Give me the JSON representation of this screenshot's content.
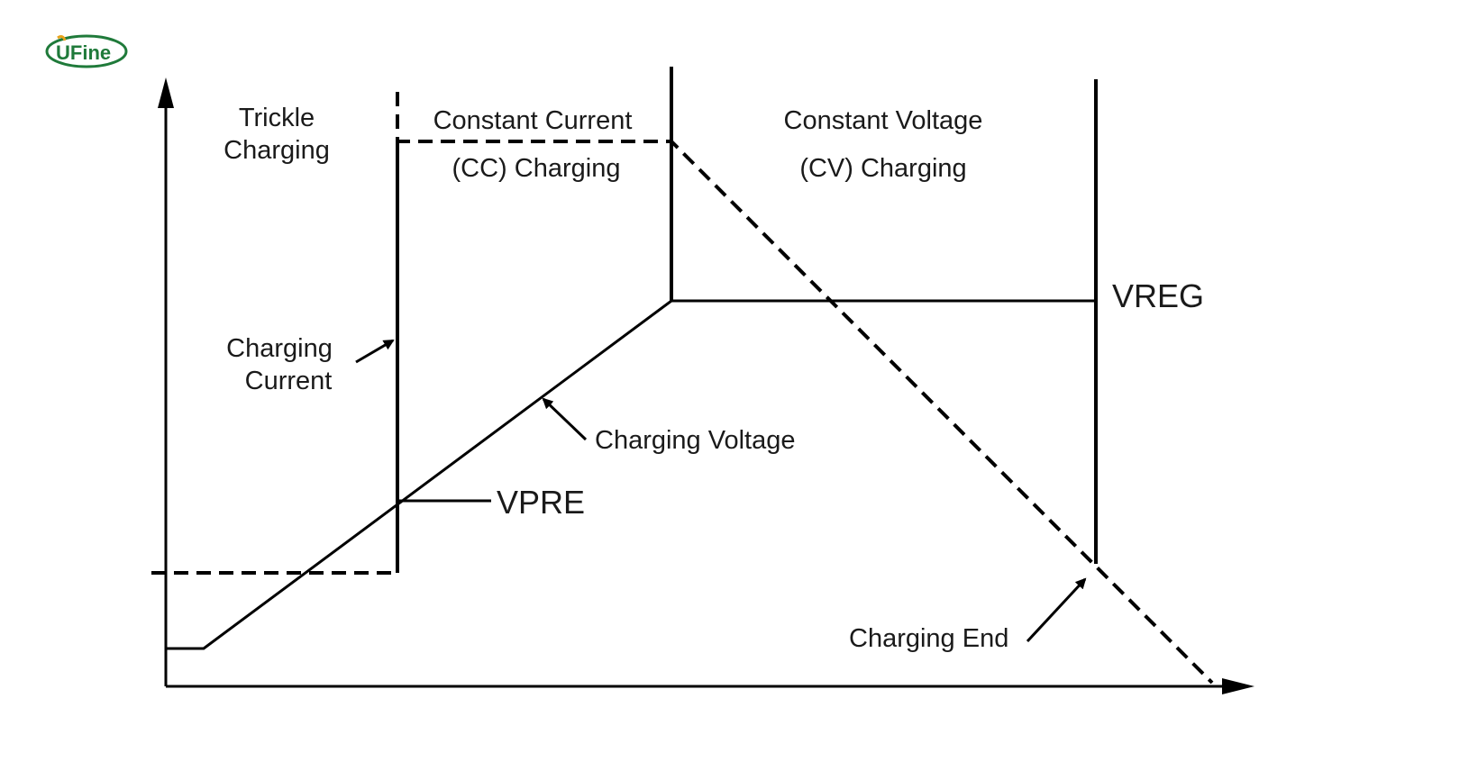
{
  "logo": {
    "text": "UFine",
    "color": "#1f7a3a",
    "accent": "#e8a21b"
  },
  "phases": {
    "trickle_line1": "Trickle",
    "trickle_line2": "Charging",
    "cc_line1": "Constant Current",
    "cc_line2": "(CC) Charging",
    "cv_line1": "Constant Voltage",
    "cv_line2": "(CV) Charging"
  },
  "annotations": {
    "charging_current_line1": "Charging",
    "charging_current_line2": "Current",
    "charging_voltage": "Charging Voltage",
    "charging_end": "Charging End",
    "vpre": "VPRE",
    "vreg": "VREG"
  },
  "colors": {
    "line": "#000000",
    "text": "#1a1a1a"
  }
}
